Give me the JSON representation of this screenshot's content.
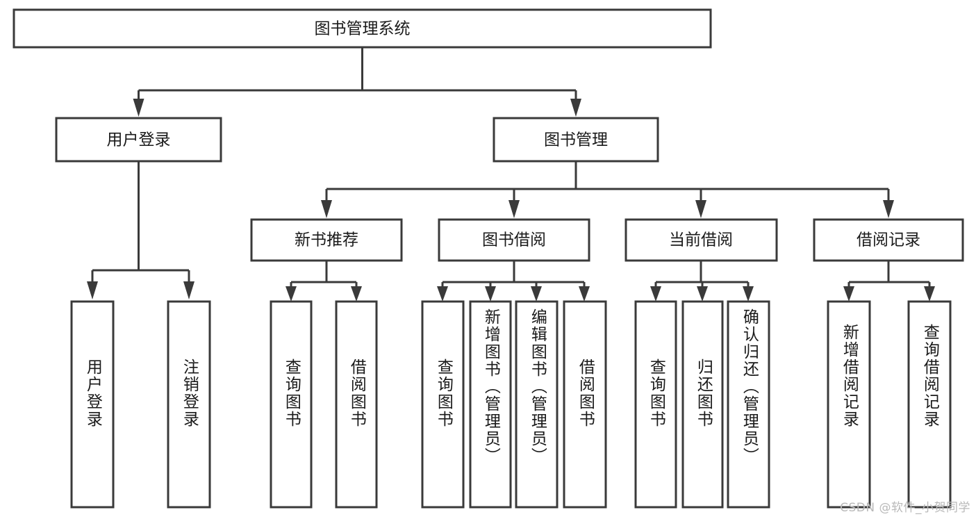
{
  "diagram": {
    "type": "tree-hierarchy",
    "title": "图书管理系统",
    "watermark": "CSDN @软件_小贺同学",
    "colors": {
      "stroke": "#3a3a3a",
      "fill": "#ffffff",
      "text": "#1a1a1a",
      "watermark": "#b9b9b9",
      "background": "#ffffff"
    },
    "levels": {
      "root": {
        "label": "图书管理系统"
      },
      "level2": [
        {
          "label": "用户登录"
        },
        {
          "label": "图书管理"
        }
      ],
      "level3": [
        {
          "label": "新书推荐"
        },
        {
          "label": "图书借阅"
        },
        {
          "label": "当前借阅"
        },
        {
          "label": "借阅记录"
        }
      ],
      "leaves": [
        {
          "label": "用户登录",
          "parent": "用户登录"
        },
        {
          "label": "注销登录",
          "parent": "用户登录"
        },
        {
          "label": "查询图书",
          "parent": "新书推荐"
        },
        {
          "label": "借阅图书",
          "parent": "新书推荐"
        },
        {
          "label": "查询图书",
          "parent": "图书借阅"
        },
        {
          "label": "新增图书（管理员）",
          "parent": "图书借阅"
        },
        {
          "label": "编辑图书（管理员）",
          "parent": "图书借阅"
        },
        {
          "label": "借阅图书",
          "parent": "图书借阅"
        },
        {
          "label": "查询图书",
          "parent": "当前借阅"
        },
        {
          "label": "归还图书",
          "parent": "当前借阅"
        },
        {
          "label": "确认归还（管理员）",
          "parent": "当前借阅"
        },
        {
          "label": "新增借阅记录",
          "parent": "借阅记录"
        },
        {
          "label": "查询借阅记录",
          "parent": "借阅记录"
        }
      ]
    }
  }
}
